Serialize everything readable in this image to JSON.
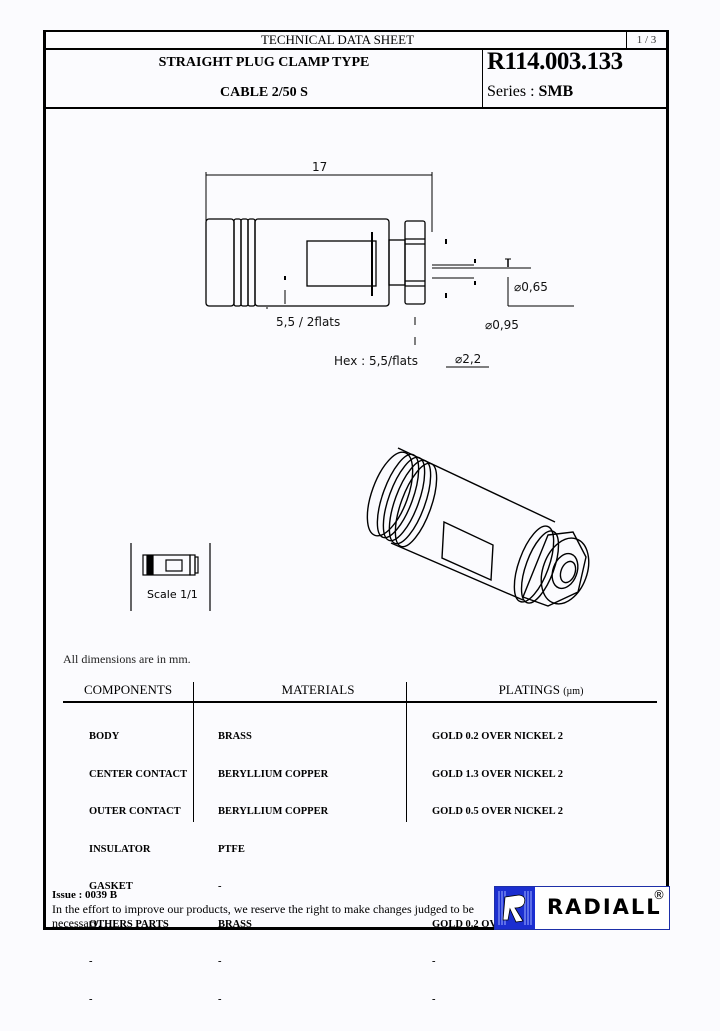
{
  "header": {
    "title": "TECHNICAL DATA SHEET",
    "page": "1 / 3",
    "product_line1": "STRAIGHT PLUG CLAMP TYPE",
    "product_line2": "CABLE 2/50 S",
    "reference": "R114.003.133",
    "series_label": "Series : ",
    "series_value": "SMB"
  },
  "drawing": {
    "overall_length": "17",
    "flats_label": "5,5 / 2flats",
    "hex_label": "Hex : 5,5/flats",
    "dia_065": "⌀0,65",
    "dia_095": "⌀0,95",
    "dia_22": "⌀2,2"
  },
  "scale": {
    "label": "Scale 1/1"
  },
  "note": "All dimensions are in mm.",
  "components_table": {
    "headers": {
      "components": "COMPONENTS",
      "materials": "MATERIALS",
      "platings": "PLATINGS",
      "platings_unit": "(µm)"
    },
    "rows": [
      {
        "component": "BODY",
        "material": "BRASS",
        "plating": "GOLD 0.2 OVER NICKEL 2"
      },
      {
        "component": "CENTER CONTACT",
        "material": "BERYLLIUM COPPER",
        "plating": "GOLD 1.3 OVER NICKEL 2"
      },
      {
        "component": "OUTER CONTACT",
        "material": "BERYLLIUM COPPER",
        "plating": "GOLD 0.5 OVER NICKEL 2"
      },
      {
        "component": "INSULATOR",
        "material": "PTFE",
        "plating": ""
      },
      {
        "component": "GASKET",
        "material": "-",
        "plating": ""
      },
      {
        "component": "OTHERS PARTS",
        "material": "BRASS",
        "plating": "GOLD 0.2 OVER NICKEL 2"
      },
      {
        "component": "-",
        "material": "-",
        "plating": "-"
      },
      {
        "component": "-",
        "material": "-",
        "plating": "-"
      }
    ]
  },
  "footer": {
    "issue": "Issue : 0039 B",
    "disclaimer": "In the effort to improve our products, we reserve the right to make changes judged to be necessary.",
    "brand": "RADIALL",
    "registered": "®"
  },
  "colors": {
    "logo_blue": "#1b2ed0",
    "background": "#fbfbfe"
  }
}
